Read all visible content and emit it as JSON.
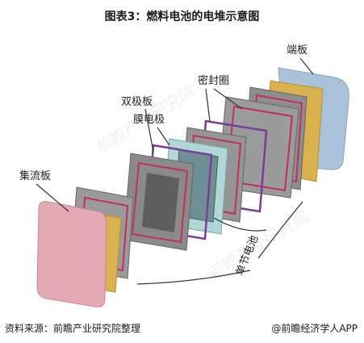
{
  "title": "图表3：燃料电池的电堆示意图",
  "labels": {
    "end_plate": "端板",
    "gasket": "密封圈",
    "bipolar_plate": "双极板",
    "membrane_electrode": "膜电极",
    "current_collector": "集流板",
    "single_cell": "单节电池"
  },
  "watermark": "前瞻产业研究院",
  "footer": {
    "source": "资料来源：前瞻产业研究院整理",
    "brand": "@前瞻经济学人APP"
  },
  "colors": {
    "end_plate_blue": "#a9c1d9",
    "end_plate_pink": "#e3a9b4",
    "current_collector_gold": "#d9b14e",
    "bipolar_gray": "#8a8a8a",
    "gasket_purple": "#7a3d96",
    "membrane_teal": "#aed7d6"
  }
}
